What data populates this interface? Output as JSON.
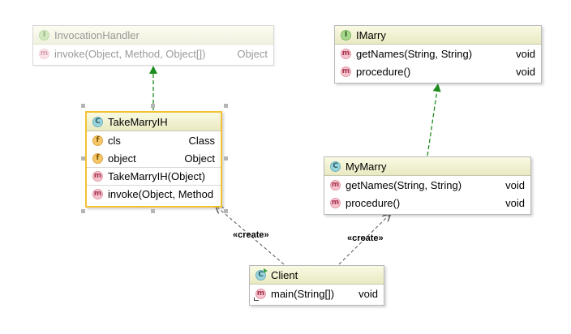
{
  "nodes": {
    "invocation_handler": {
      "kind": "interface",
      "icon": "I",
      "title": "InvocationHandler",
      "methods": [
        {
          "icon": "m",
          "name": "invoke(Object, Method, Object[])",
          "type": "Object"
        }
      ]
    },
    "imarry": {
      "kind": "interface",
      "icon": "I",
      "title": "IMarry",
      "methods": [
        {
          "icon": "m",
          "name": "getNames(String, String)",
          "type": "void"
        },
        {
          "icon": "m",
          "name": "procedure()",
          "type": "void"
        }
      ]
    },
    "take_marry_ih": {
      "kind": "class",
      "icon": "C",
      "title": "TakeMarryIH",
      "fields": [
        {
          "icon": "f",
          "name": "cls",
          "type": "Class"
        },
        {
          "icon": "f",
          "name": "object",
          "type": "Object"
        }
      ],
      "constructors": [
        {
          "icon": "m",
          "name": "TakeMarryIH(Object)",
          "type": ""
        }
      ],
      "methods": [
        {
          "icon": "m",
          "name": "invoke(Object, Method",
          "type": ""
        }
      ]
    },
    "my_marry": {
      "kind": "class",
      "icon": "C",
      "title": "MyMarry",
      "methods": [
        {
          "icon": "m",
          "name": "getNames(String, String)",
          "type": "void"
        },
        {
          "icon": "m",
          "name": "procedure()",
          "type": "void"
        }
      ]
    },
    "client": {
      "kind": "class",
      "icon": "C",
      "title": "Client",
      "methods": [
        {
          "icon": "m",
          "name": "main(String[])",
          "type": "void"
        }
      ]
    }
  },
  "edges": [
    {
      "from": "take_marry_ih",
      "to": "invocation_handler",
      "kind": "implements",
      "color": "#1e8c1e"
    },
    {
      "from": "my_marry",
      "to": "imarry",
      "kind": "implements",
      "color": "#1e8c1e"
    },
    {
      "from": "client",
      "to": "take_marry_ih",
      "kind": "dependency",
      "label": "«create»",
      "color": "#555555"
    },
    {
      "from": "client",
      "to": "my_marry",
      "kind": "dependency",
      "label": "«create»",
      "color": "#555555"
    }
  ],
  "colors": {
    "selection_border": "#f2c233",
    "header_gradient_top": "#fafae4",
    "header_gradient_bottom": "#e9e9c2",
    "implements_arrow": "#1e8c1e",
    "dependency_arrow": "#555555"
  }
}
